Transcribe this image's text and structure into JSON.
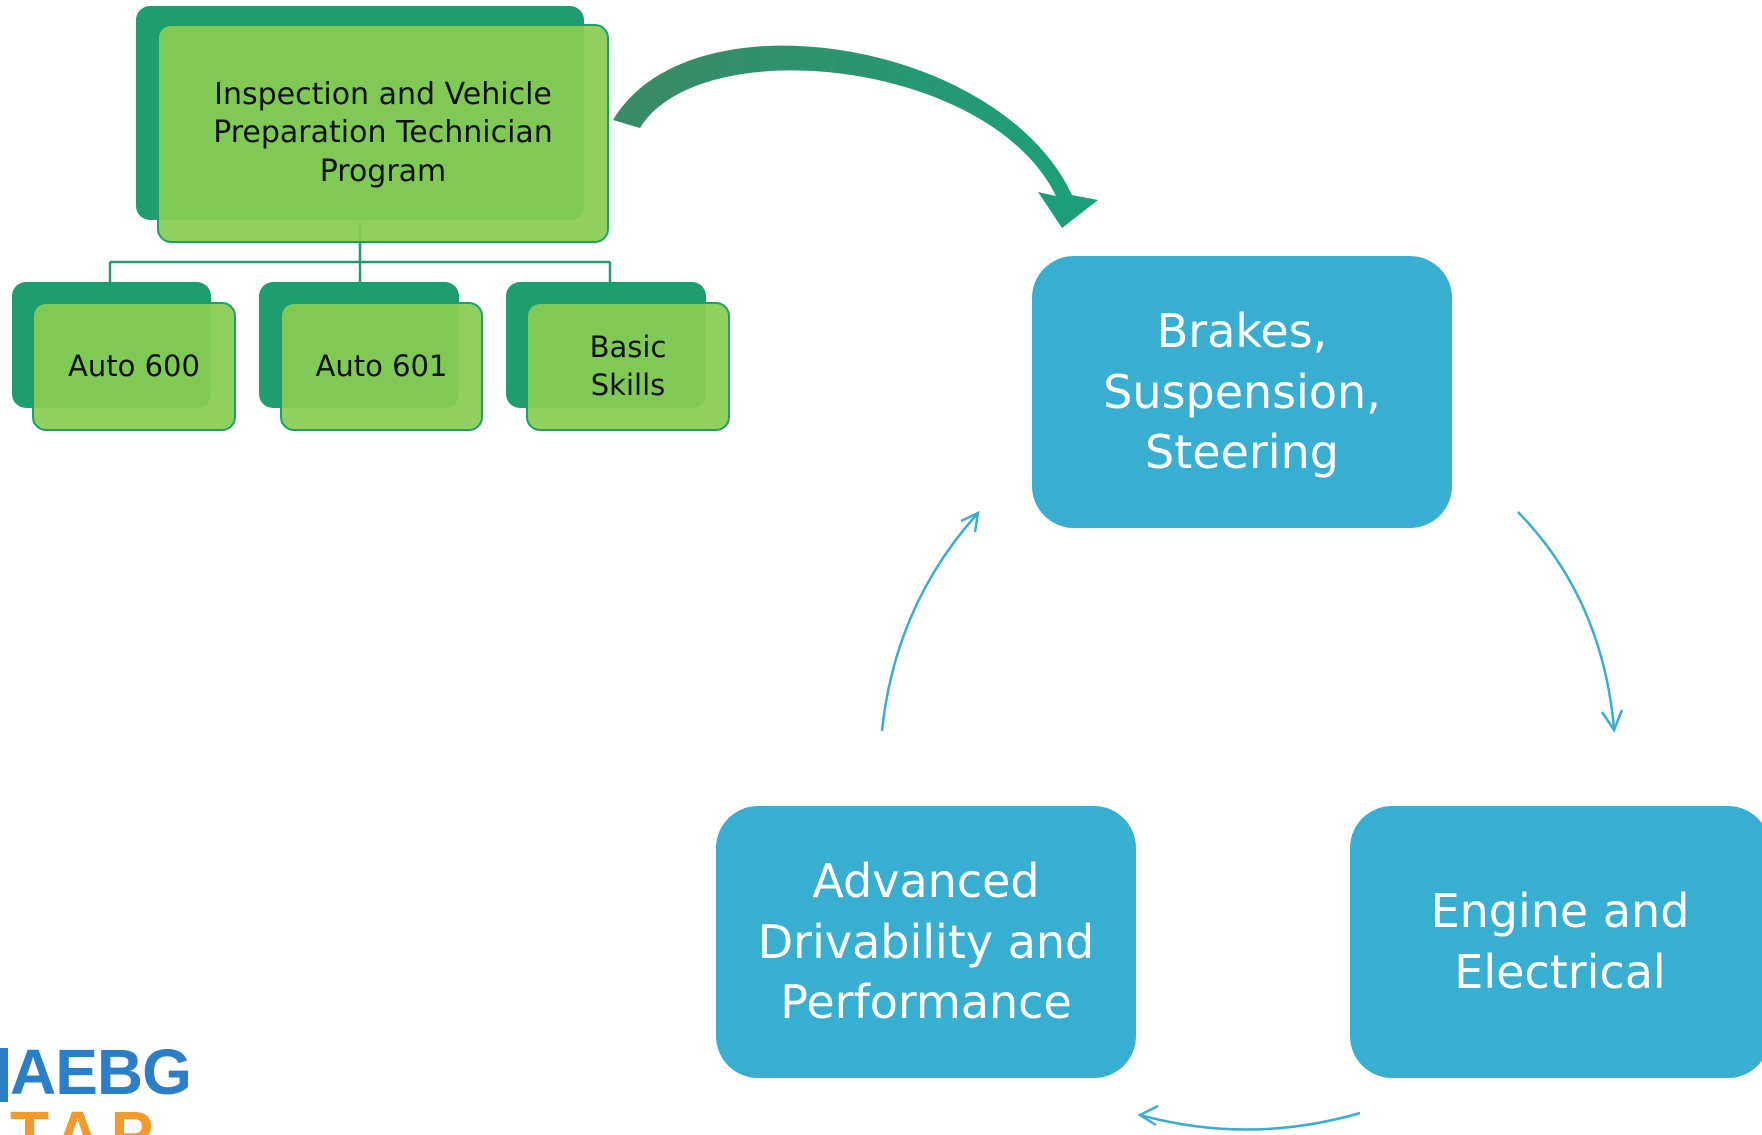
{
  "org_chart": {
    "root": {
      "label": "Inspection and Vehicle\nPreparation Technician\nProgram"
    },
    "children": [
      {
        "label": "Auto 600"
      },
      {
        "label": "Auto 601"
      },
      {
        "label": "Basic\nSkills"
      }
    ],
    "colors": {
      "shadow": "#1e9e6e",
      "fill": "#88cc52",
      "connector": "#1e9e6e"
    }
  },
  "cycle": {
    "steps": [
      {
        "label": "Brakes,\nSuspension,\nSteering"
      },
      {
        "label": "Engine and\nElectrical"
      },
      {
        "label": "Advanced\nDrivability and\nPerformance"
      }
    ],
    "colors": {
      "box": "#38afd0",
      "text": "#ffffff",
      "arrow": "#38afd0"
    }
  },
  "logo": {
    "line1": "AEBG",
    "line2": "TAP",
    "colors": {
      "line1": "#2a7fc8",
      "line2": "#f29a2e"
    }
  }
}
